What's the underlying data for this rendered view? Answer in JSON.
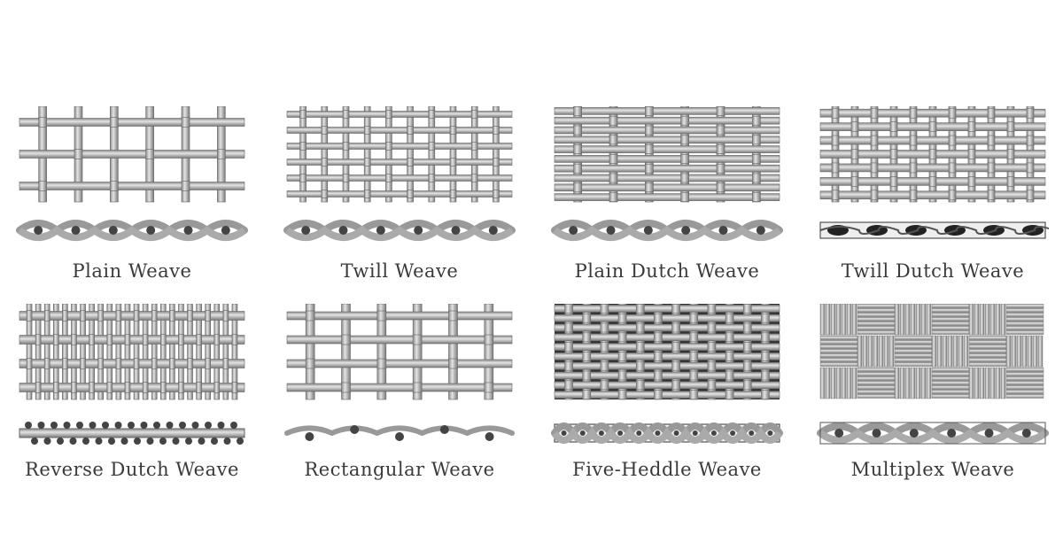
{
  "weaves": [
    {
      "label": "Plain Weave"
    },
    {
      "label": "Twill Weave"
    },
    {
      "label": "Plain Dutch Weave"
    },
    {
      "label": "Twill Dutch Weave"
    },
    {
      "label": "Reverse Dutch Weave"
    },
    {
      "label": "Rectangular Weave"
    },
    {
      "label": "Five-Heddle Weave"
    },
    {
      "label": "Multiplex Weave"
    }
  ],
  "colors": {
    "wire": "#b8b8b8",
    "wire_edge": "#666666",
    "dot": "#444444",
    "label": "#3a3a3a"
  }
}
